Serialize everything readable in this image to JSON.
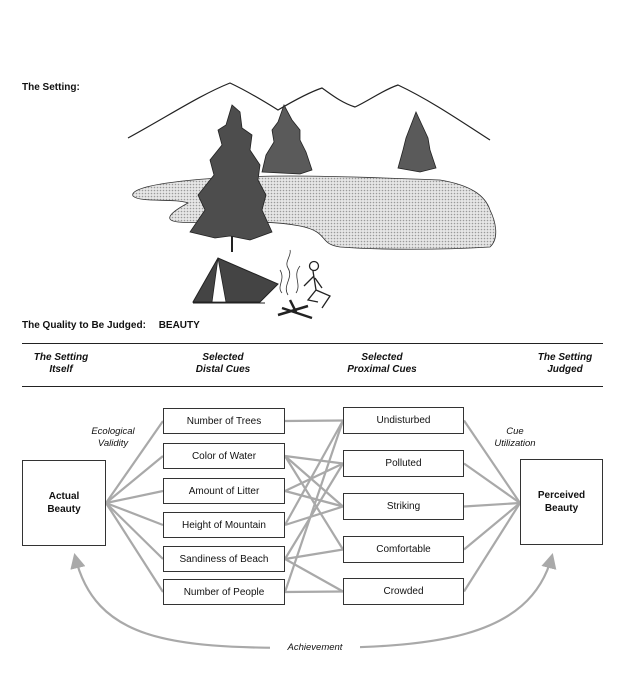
{
  "setting_label": "The Setting:",
  "quality_label": "The Quality to Be Judged:",
  "quality_value": "BEAUTY",
  "columns": {
    "setting_itself": "The Setting Itself",
    "distal_cues": "Selected Distal Cues",
    "proximal_cues": "Selected Proximal Cues",
    "setting_judged": "The Setting Judged"
  },
  "actual_beauty": "Actual Beauty",
  "perceived_beauty": "Perceived Beauty",
  "distal_cues": [
    "Number of Trees",
    "Color of Water",
    "Amount of Litter",
    "Height of Mountain",
    "Sandiness of Beach",
    "Number of People"
  ],
  "proximal_cues": [
    "Undisturbed",
    "Polluted",
    "Striking",
    "Comfortable",
    "Crowded"
  ],
  "ecological_validity": "Ecological Validity",
  "cue_utilization": "Cue Utilization",
  "achievement": "Achievement",
  "colors": {
    "line": "#a9a9a9",
    "ink": "#222222",
    "water": "#cfcfcf",
    "tree": "#555555"
  }
}
